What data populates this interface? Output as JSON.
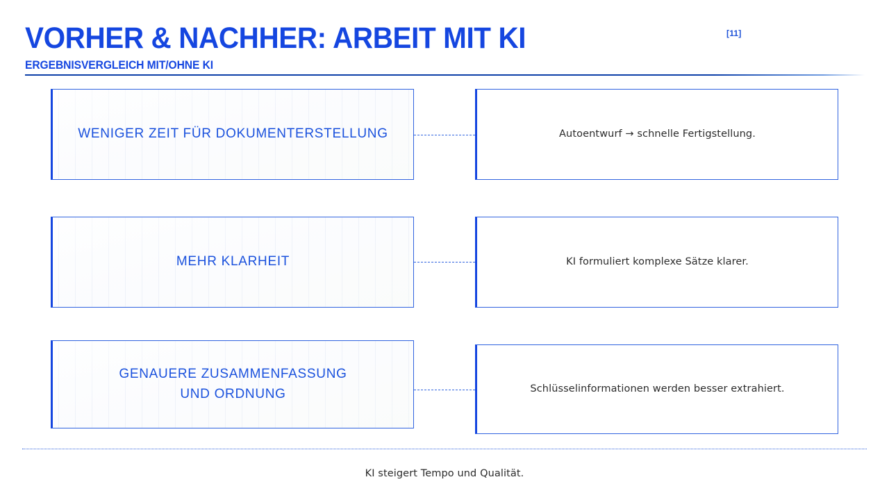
{
  "header": {
    "title": "VORHER & NACHHER: ARBEIT MIT KI",
    "subtitle": "ERGEBNISVERGLEICH MIT/OHNE KI",
    "page_marker": "[11]"
  },
  "colors": {
    "accent_blue": "#1546e0",
    "border_blue": "#2f62df",
    "body_text": "#2b2b2b",
    "card_left_bg": "#fbfcfe",
    "card_right_bg": "#ffffff"
  },
  "comparisons": [
    {
      "before": "WENIGER ZEIT FÜR DOKUMENTERSTELLUNG",
      "after": "Autoentwurf → schnelle Fertigstellung."
    },
    {
      "before": "MEHR KLARHEIT",
      "after": "KI formuliert komplexe Sätze klarer."
    },
    {
      "before": "GENAUERE ZUSAMMENFASSUNG\nUND ORDNUNG",
      "after": "Schlüsselinformationen werden besser extrahiert."
    }
  ],
  "footer": {
    "note": "KI steigert Tempo und Qualität."
  }
}
